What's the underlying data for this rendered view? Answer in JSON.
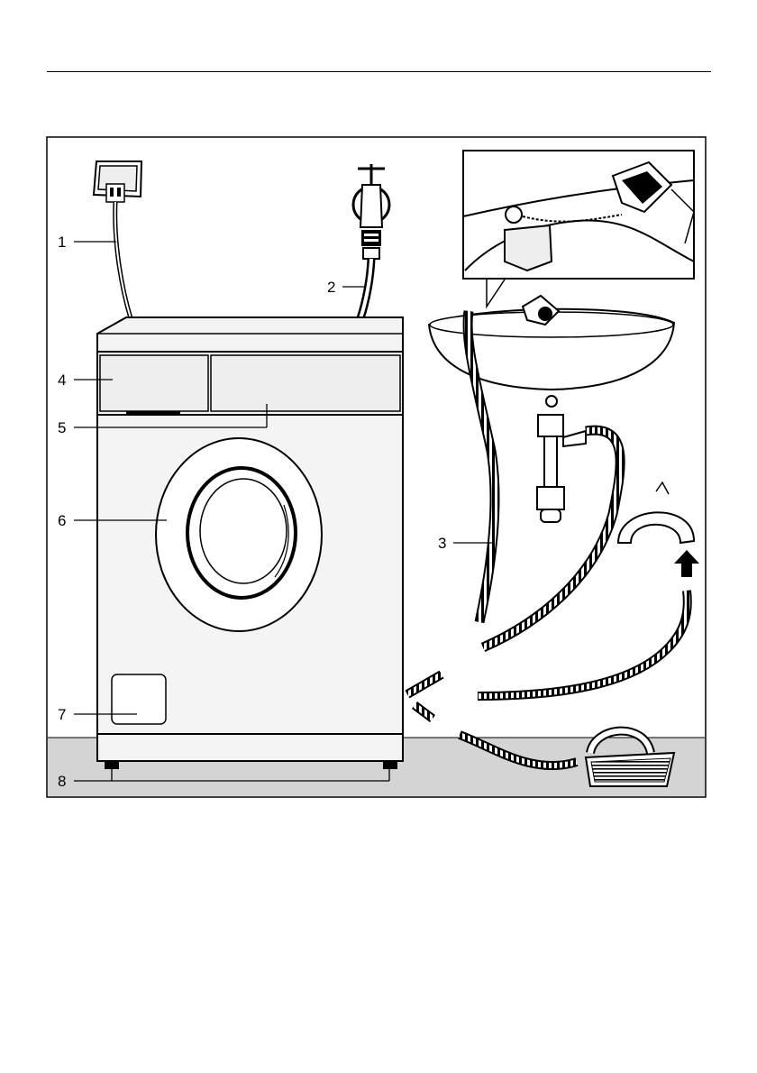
{
  "figure": {
    "callouts": [
      {
        "n": "1"
      },
      {
        "n": "2"
      },
      {
        "n": "3"
      },
      {
        "n": "4"
      },
      {
        "n": "5"
      },
      {
        "n": "6"
      },
      {
        "n": "7"
      },
      {
        "n": "8"
      }
    ],
    "colors": {
      "line": "#000000",
      "floor": "#d4d4d4",
      "machine": "#f2f2f2",
      "frame": "#000000"
    }
  }
}
